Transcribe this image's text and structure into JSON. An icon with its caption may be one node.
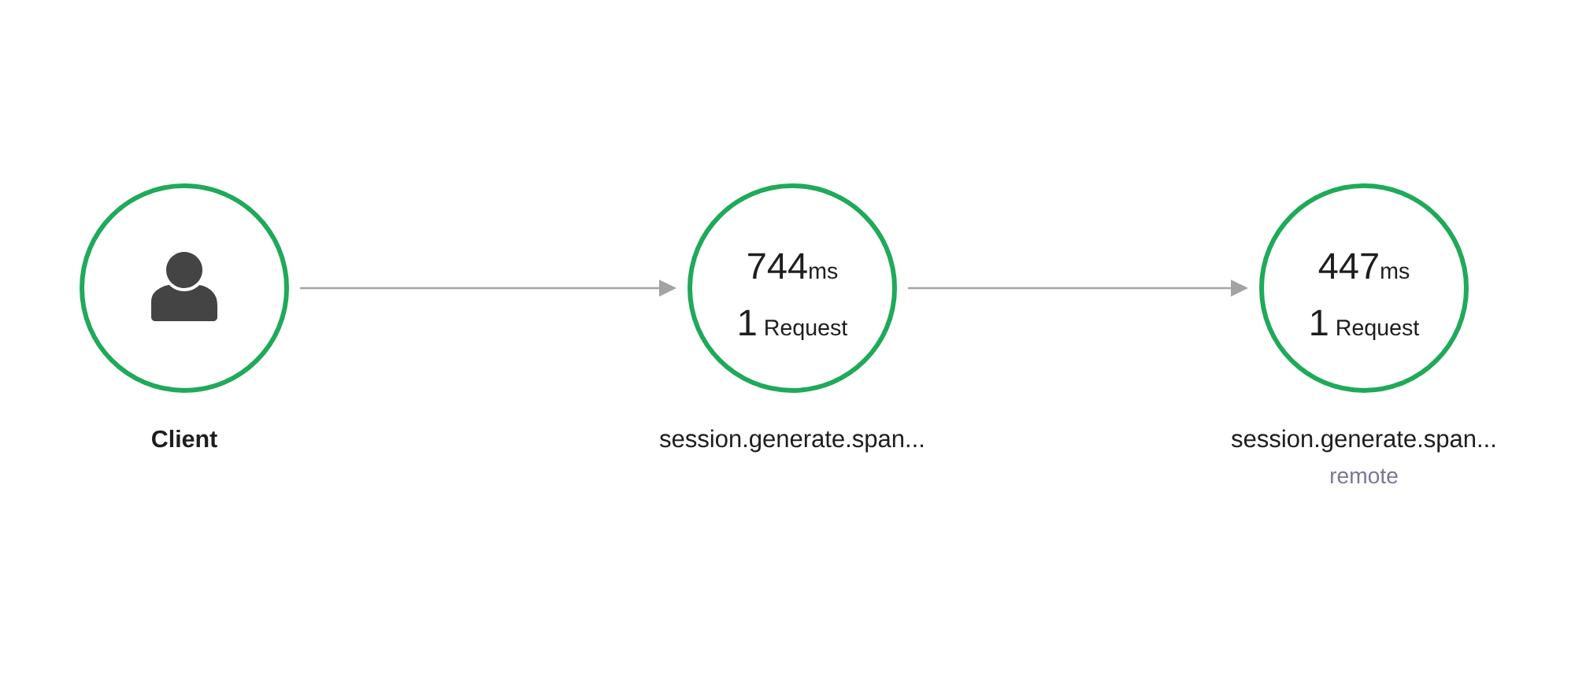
{
  "diagram": {
    "nodes": [
      {
        "text": [
          "Client"
        ]
      },
      {
        "text": [
          "744",
          "ms",
          "1",
          "Request",
          "session.generate.span..."
        ]
      },
      {
        "text": [
          "447",
          "ms",
          "1",
          "Request",
          "session.generate.span..."
        ],
        "beside": [
          "remote"
        ]
      }
    ],
    "edges": [
      {
        "from": 0,
        "to": 1,
        "arrow": "to"
      },
      {
        "from": 1,
        "to": 2,
        "arrow": "to"
      }
    ]
  }
}
